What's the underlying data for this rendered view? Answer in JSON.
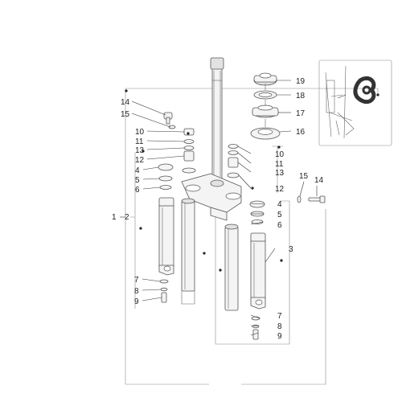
{
  "diagram": {
    "callouts": {
      "c1": "1",
      "c2": "2",
      "c3": "3",
      "c4_left": "4",
      "c4_right": "4",
      "c5_left": "5",
      "c5_right": "5",
      "c6_left": "6",
      "c6_right": "6",
      "c7_left": "7",
      "c7_right": "7",
      "c8_left": "8",
      "c8_right": "8",
      "c9_left": "9",
      "c9_right": "9",
      "c10_left": "10",
      "c10_right": "10",
      "c11_left": "11",
      "c11_right": "11",
      "c12_left": "12",
      "c12_right": "12",
      "c13_left": "13",
      "c13_right": "13",
      "c14_left": "14",
      "c14_right": "14",
      "c15_left": "15",
      "c15_right": "15",
      "c16": "16",
      "c17": "17",
      "c18": "18",
      "c19": "19"
    }
  }
}
